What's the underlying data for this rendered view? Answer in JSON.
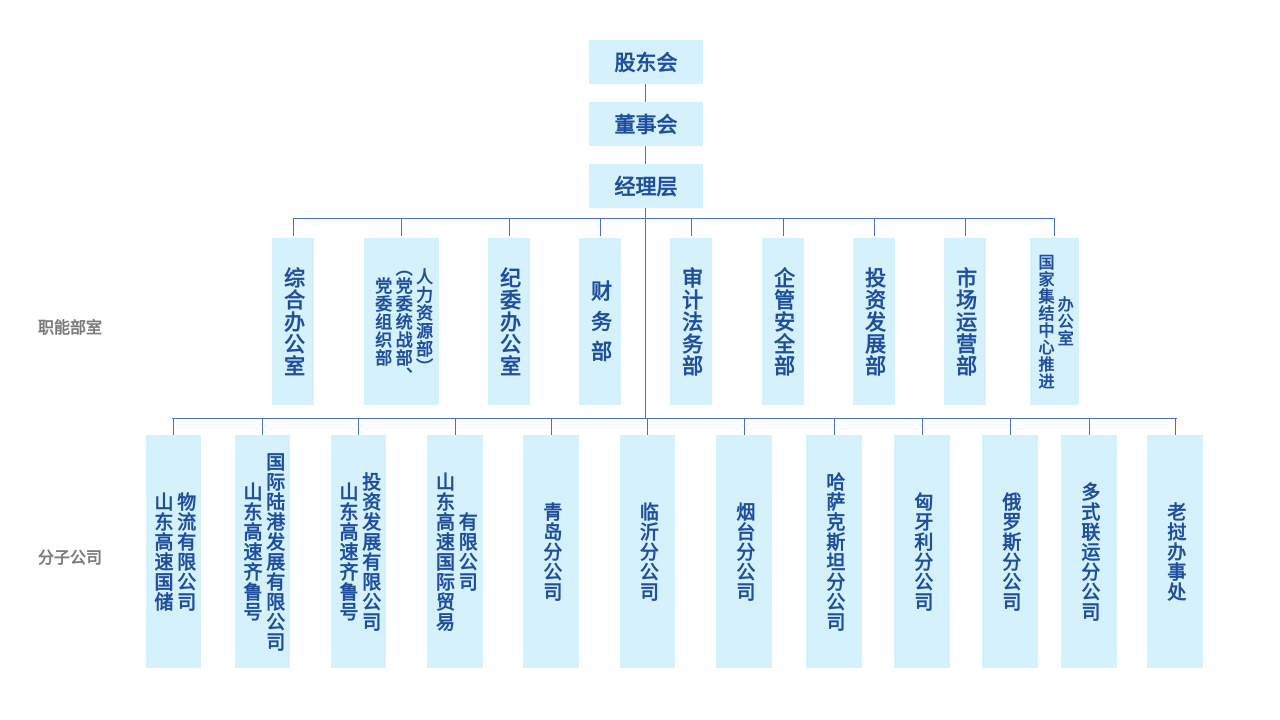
{
  "top": [
    "股东会",
    "董事会",
    "经理层"
  ],
  "labels": {
    "departments": "职能部室",
    "branches": "分子公司"
  },
  "departments": [
    [
      "综合办公室"
    ],
    [
      "党委组织部",
      "（党委统战部、",
      "人力资源部）"
    ],
    [
      "纪委办公室"
    ],
    [
      "财 务 部"
    ],
    [
      "审计法务部"
    ],
    [
      "企管安全部"
    ],
    [
      "投资发展部"
    ],
    [
      "市场运营部"
    ],
    [
      "国家集结中心推进",
      "办公室"
    ]
  ],
  "branches": [
    [
      "山东高速国储",
      "物流有限公司"
    ],
    [
      "山东高速齐鲁号",
      "国际陆港发展有限公司"
    ],
    [
      "山东高速齐鲁号",
      "投资发展有限公司"
    ],
    [
      "山东高速国际贸易",
      "有限公司"
    ],
    [
      "青岛分公司"
    ],
    [
      "临沂分公司"
    ],
    [
      "烟台分公司"
    ],
    [
      "哈萨克斯坦分公司"
    ],
    [
      "匈牙利分公司"
    ],
    [
      "俄罗斯分公司"
    ],
    [
      "多式联运分公司"
    ],
    [
      "老挝办事处"
    ]
  ]
}
